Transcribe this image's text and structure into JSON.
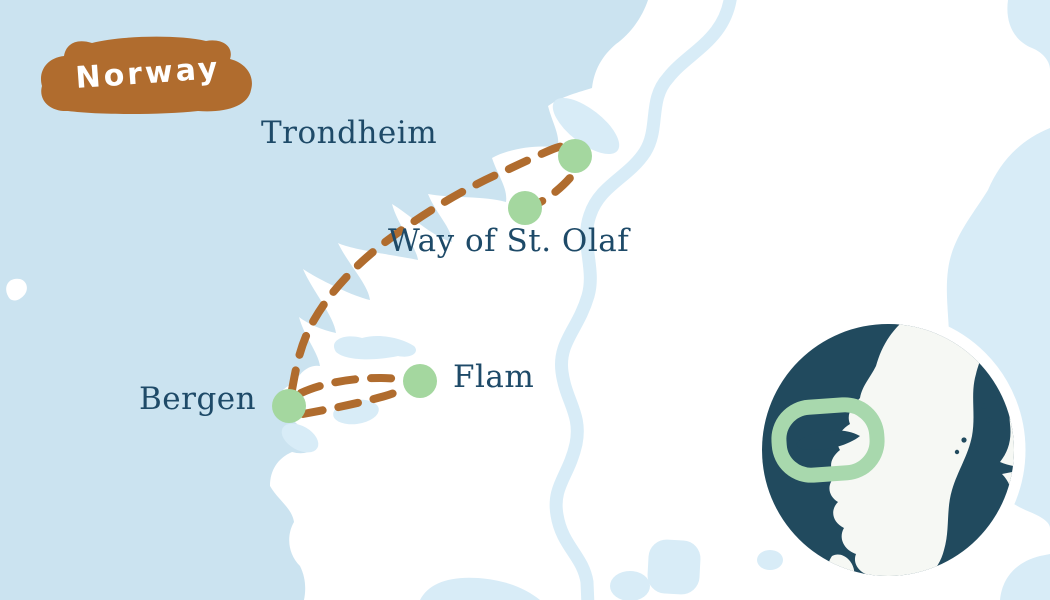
{
  "country_badge": {
    "label": "Norway"
  },
  "locations": [
    {
      "name": "Trondheim"
    },
    {
      "name": "Way of St. Olaf"
    },
    {
      "name": "Bergen"
    },
    {
      "name": "Flam"
    }
  ],
  "route": {
    "style": "dashed",
    "segments": [
      "Bergen → Trondheim",
      "Trondheim → Way of St. Olaf",
      "Bergen ⇄ Flam"
    ]
  },
  "colors": {
    "sea": "#cbe3f0",
    "land": "#ffffff",
    "inland_water": "#d8ecf7",
    "route_brown": "#b06c2e",
    "badge_brown": "#b06c2e",
    "badge_text": "#ffffff",
    "label_navy": "#1e4a68",
    "marker_green": "#a4d79f",
    "inset_sea_navy": "#214a5e",
    "inset_land": "#f6f8f4",
    "inset_highlight_green": "#a8d8ad",
    "inset_halo": "#ffffff"
  }
}
